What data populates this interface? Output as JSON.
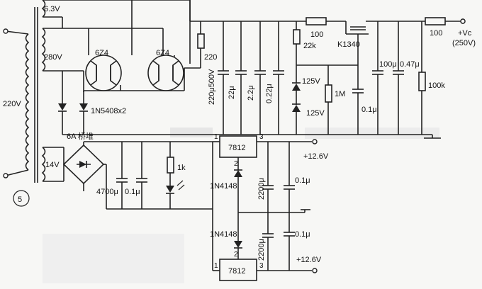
{
  "labels": {
    "v63": "6.3V",
    "v280": "280V",
    "v220": "220V",
    "v14": "14V",
    "tube1": "6Z4",
    "tube2": "6Z4",
    "diodes_top": "1N5408x2",
    "bridge": "6A 桥堆",
    "r220": "220",
    "c_main": "220μ500V",
    "c22": "22μ",
    "c2_2": "2.2μ",
    "c022": "0.22μ",
    "r100a": "100",
    "r22k": "22k",
    "mosfet": "K1340",
    "r100b": "100",
    "vc": "+Vc",
    "vc_val": "(250V)",
    "z125a": "125V",
    "z125b": "125V",
    "r1m": "1M",
    "c01a": "0.1μ",
    "c100u": "100μ",
    "c047": "0.47μ",
    "r100k": "100k",
    "c4700": "4700μ",
    "c01b": "0.1μ",
    "r1k": "1k",
    "reg1": "7812",
    "reg2": "7812",
    "pin1a": "1",
    "pin3a": "3",
    "pin2a": "2",
    "pin1b": "1",
    "pin3b": "3",
    "pin2b": "2",
    "d4148a": "1N4148",
    "d4148b": "1N4148",
    "c2200a": "2200μ",
    "c2200b": "2200μ",
    "c01c": "0.1μ",
    "c01d": "0.1μ",
    "out1": "+12.6V",
    "out2": "+12.6V",
    "fig": "5"
  }
}
